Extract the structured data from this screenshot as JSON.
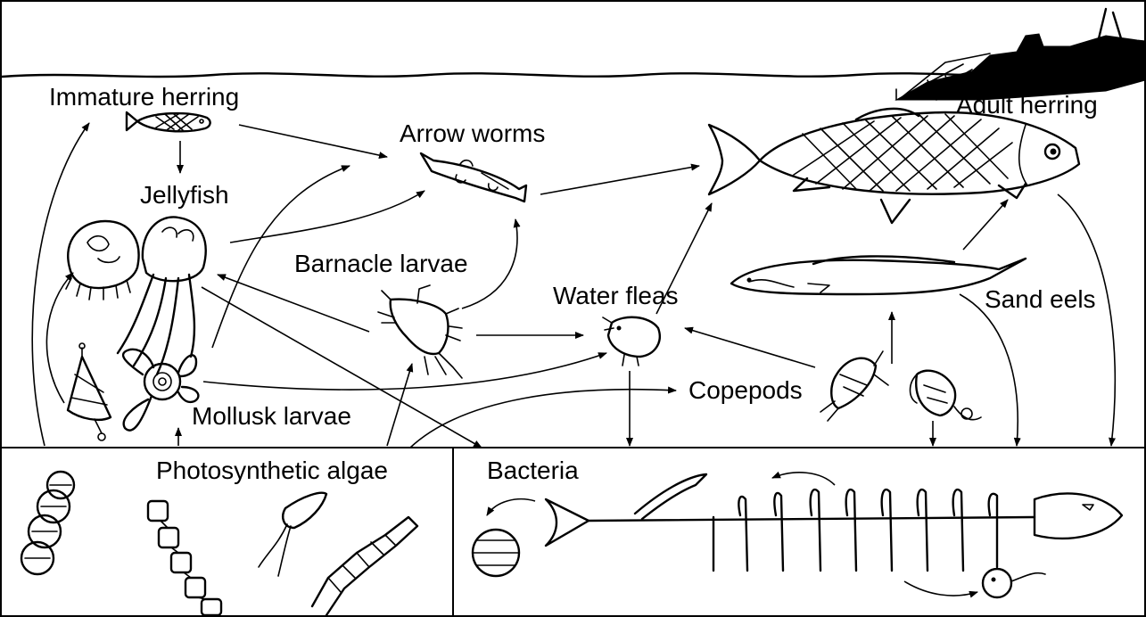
{
  "labels": {
    "immature_herring": "Immature herring",
    "arrow_worms": "Arrow worms",
    "adult_herring": "Adult herring",
    "jellyfish": "Jellyfish",
    "barnacle_larvae": "Barnacle larvae",
    "water_fleas": "Water fleas",
    "sand_eels": "Sand eels",
    "copepods": "Copepods",
    "mollusk_larvae": "Mollusk larvae",
    "photosynthetic_algae": "Photosynthetic algae",
    "bacteria": "Bacteria"
  }
}
